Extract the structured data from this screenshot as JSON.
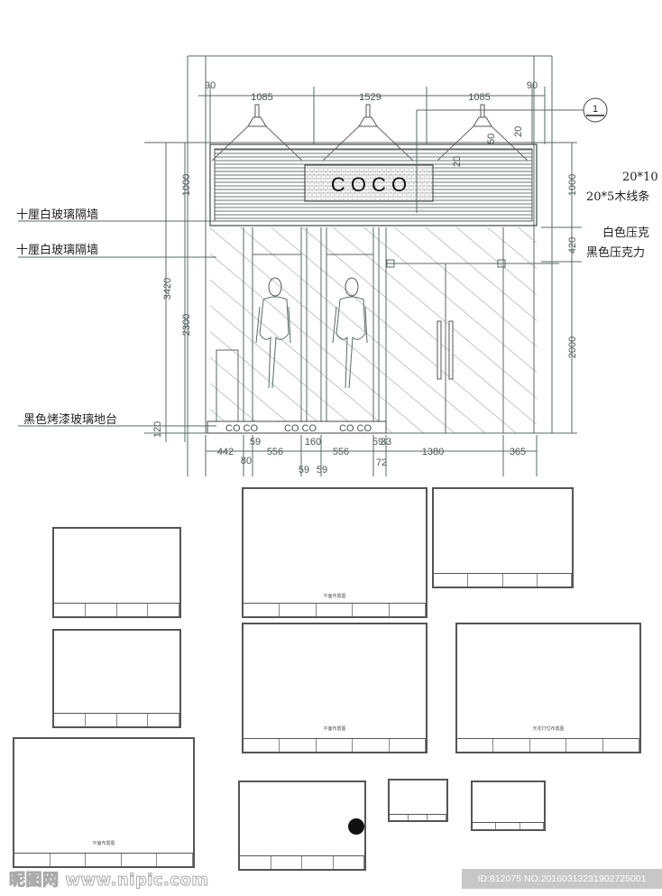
{
  "drawing": {
    "sign_text": "C O C O",
    "section_marker": "1",
    "top_dims": [
      "90",
      "1085",
      "1529",
      "1085",
      "90"
    ],
    "left_dims": {
      "total": "3420",
      "sign": "1000",
      "glass": "2300",
      "base": "120"
    },
    "right_dims": {
      "sign": "1000",
      "band": "420",
      "door": "2000"
    },
    "slant_dims": [
      "50",
      "20",
      "20"
    ],
    "bottom_dims_row1": [
      "442",
      "59",
      "556",
      "160",
      "556",
      "59",
      "33",
      "1380",
      "365"
    ],
    "bottom_dims_row2": [
      "80",
      "59",
      "59",
      "72"
    ],
    "plinth_labels": [
      "CO CO",
      "CO CO",
      "CO CO"
    ],
    "left_labels": [
      "十厘白玻璃隔墙",
      "十厘白玻璃隔墙",
      "黑色烤漆玻璃地台"
    ],
    "right_labels": [
      "20*10",
      "20*5木线条",
      "白色压克",
      "黑色压克力"
    ]
  },
  "thumbnails": [
    {
      "name": "sheet-1",
      "caption": ""
    },
    {
      "name": "sheet-2",
      "caption": "平面布置图"
    },
    {
      "name": "sheet-3",
      "caption": ""
    },
    {
      "name": "sheet-4",
      "caption": ""
    },
    {
      "name": "sheet-5",
      "caption": "平面布置图"
    },
    {
      "name": "sheet-6",
      "caption": "天花灯位布置图"
    },
    {
      "name": "sheet-7",
      "caption": "平面布置图"
    },
    {
      "name": "sheet-8",
      "caption": ""
    },
    {
      "name": "sheet-9",
      "caption": ""
    },
    {
      "name": "sheet-10",
      "caption": ""
    }
  ],
  "watermark": {
    "logo": "昵图网 www.nipic.com",
    "id_text": "ID:812075 NO:20160313231902725001"
  }
}
